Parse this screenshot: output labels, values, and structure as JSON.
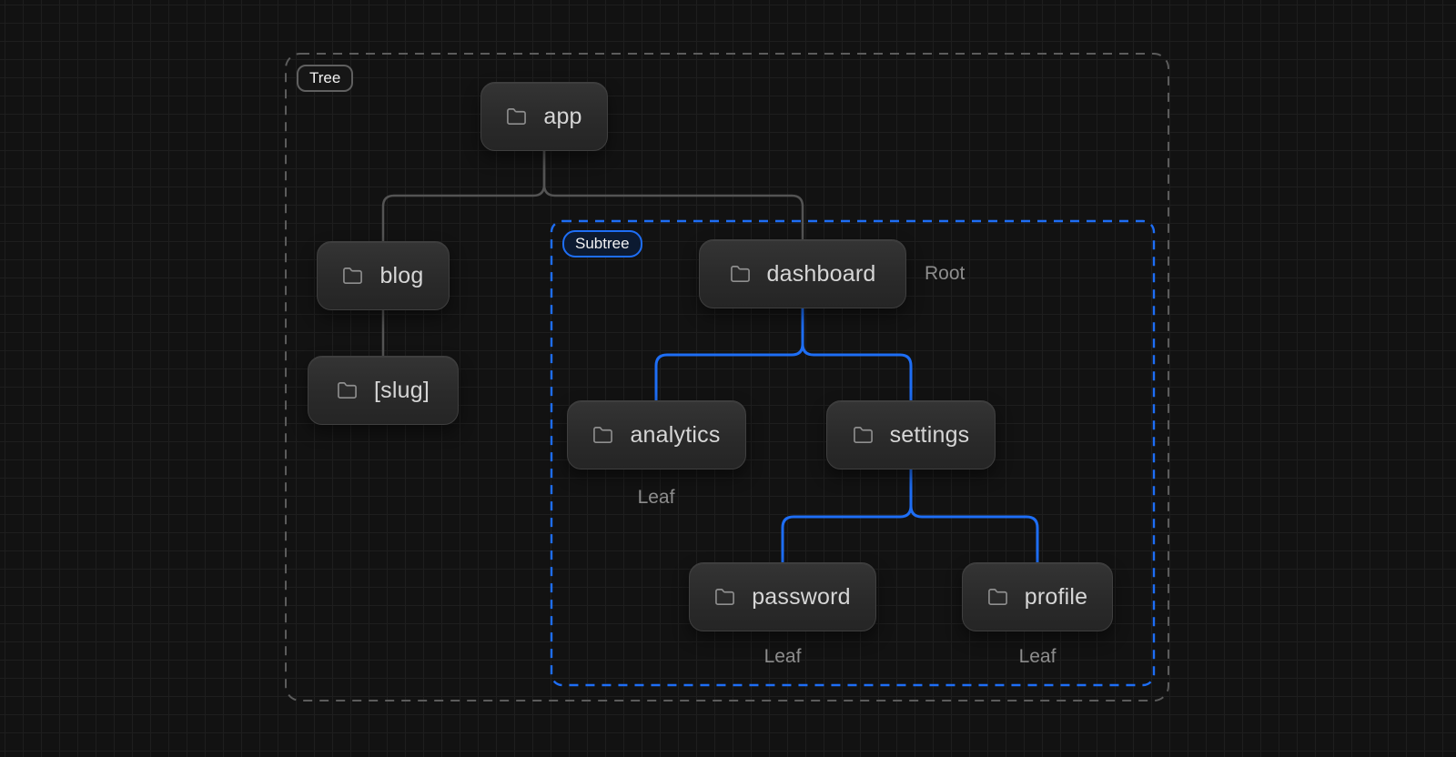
{
  "groups": {
    "tree": {
      "label": "Tree"
    },
    "subtree": {
      "label": "Subtree"
    }
  },
  "nodes": {
    "app": {
      "label": "app"
    },
    "blog": {
      "label": "blog"
    },
    "slug": {
      "label": "[slug]"
    },
    "dashboard": {
      "label": "dashboard",
      "annotation": "Root"
    },
    "analytics": {
      "label": "analytics",
      "annotation": "Leaf"
    },
    "settings": {
      "label": "settings"
    },
    "password": {
      "label": "password",
      "annotation": "Leaf"
    },
    "profile": {
      "label": "profile",
      "annotation": "Leaf"
    }
  },
  "icons": {
    "node_icon": "folder-icon"
  },
  "colors": {
    "background": "#121212",
    "grid_line": "#1e1e1e",
    "node_border": "#3f3f3f",
    "node_text": "#d6d6d6",
    "folder_icon": "#8f8f8f",
    "annotation_text": "#8d8d8d",
    "connector_gray": "#545454",
    "accent_blue": "#1e6ef5",
    "tree_dash_border": "#5c5c5c",
    "subtree_chip_bg": "#0c1a31"
  }
}
